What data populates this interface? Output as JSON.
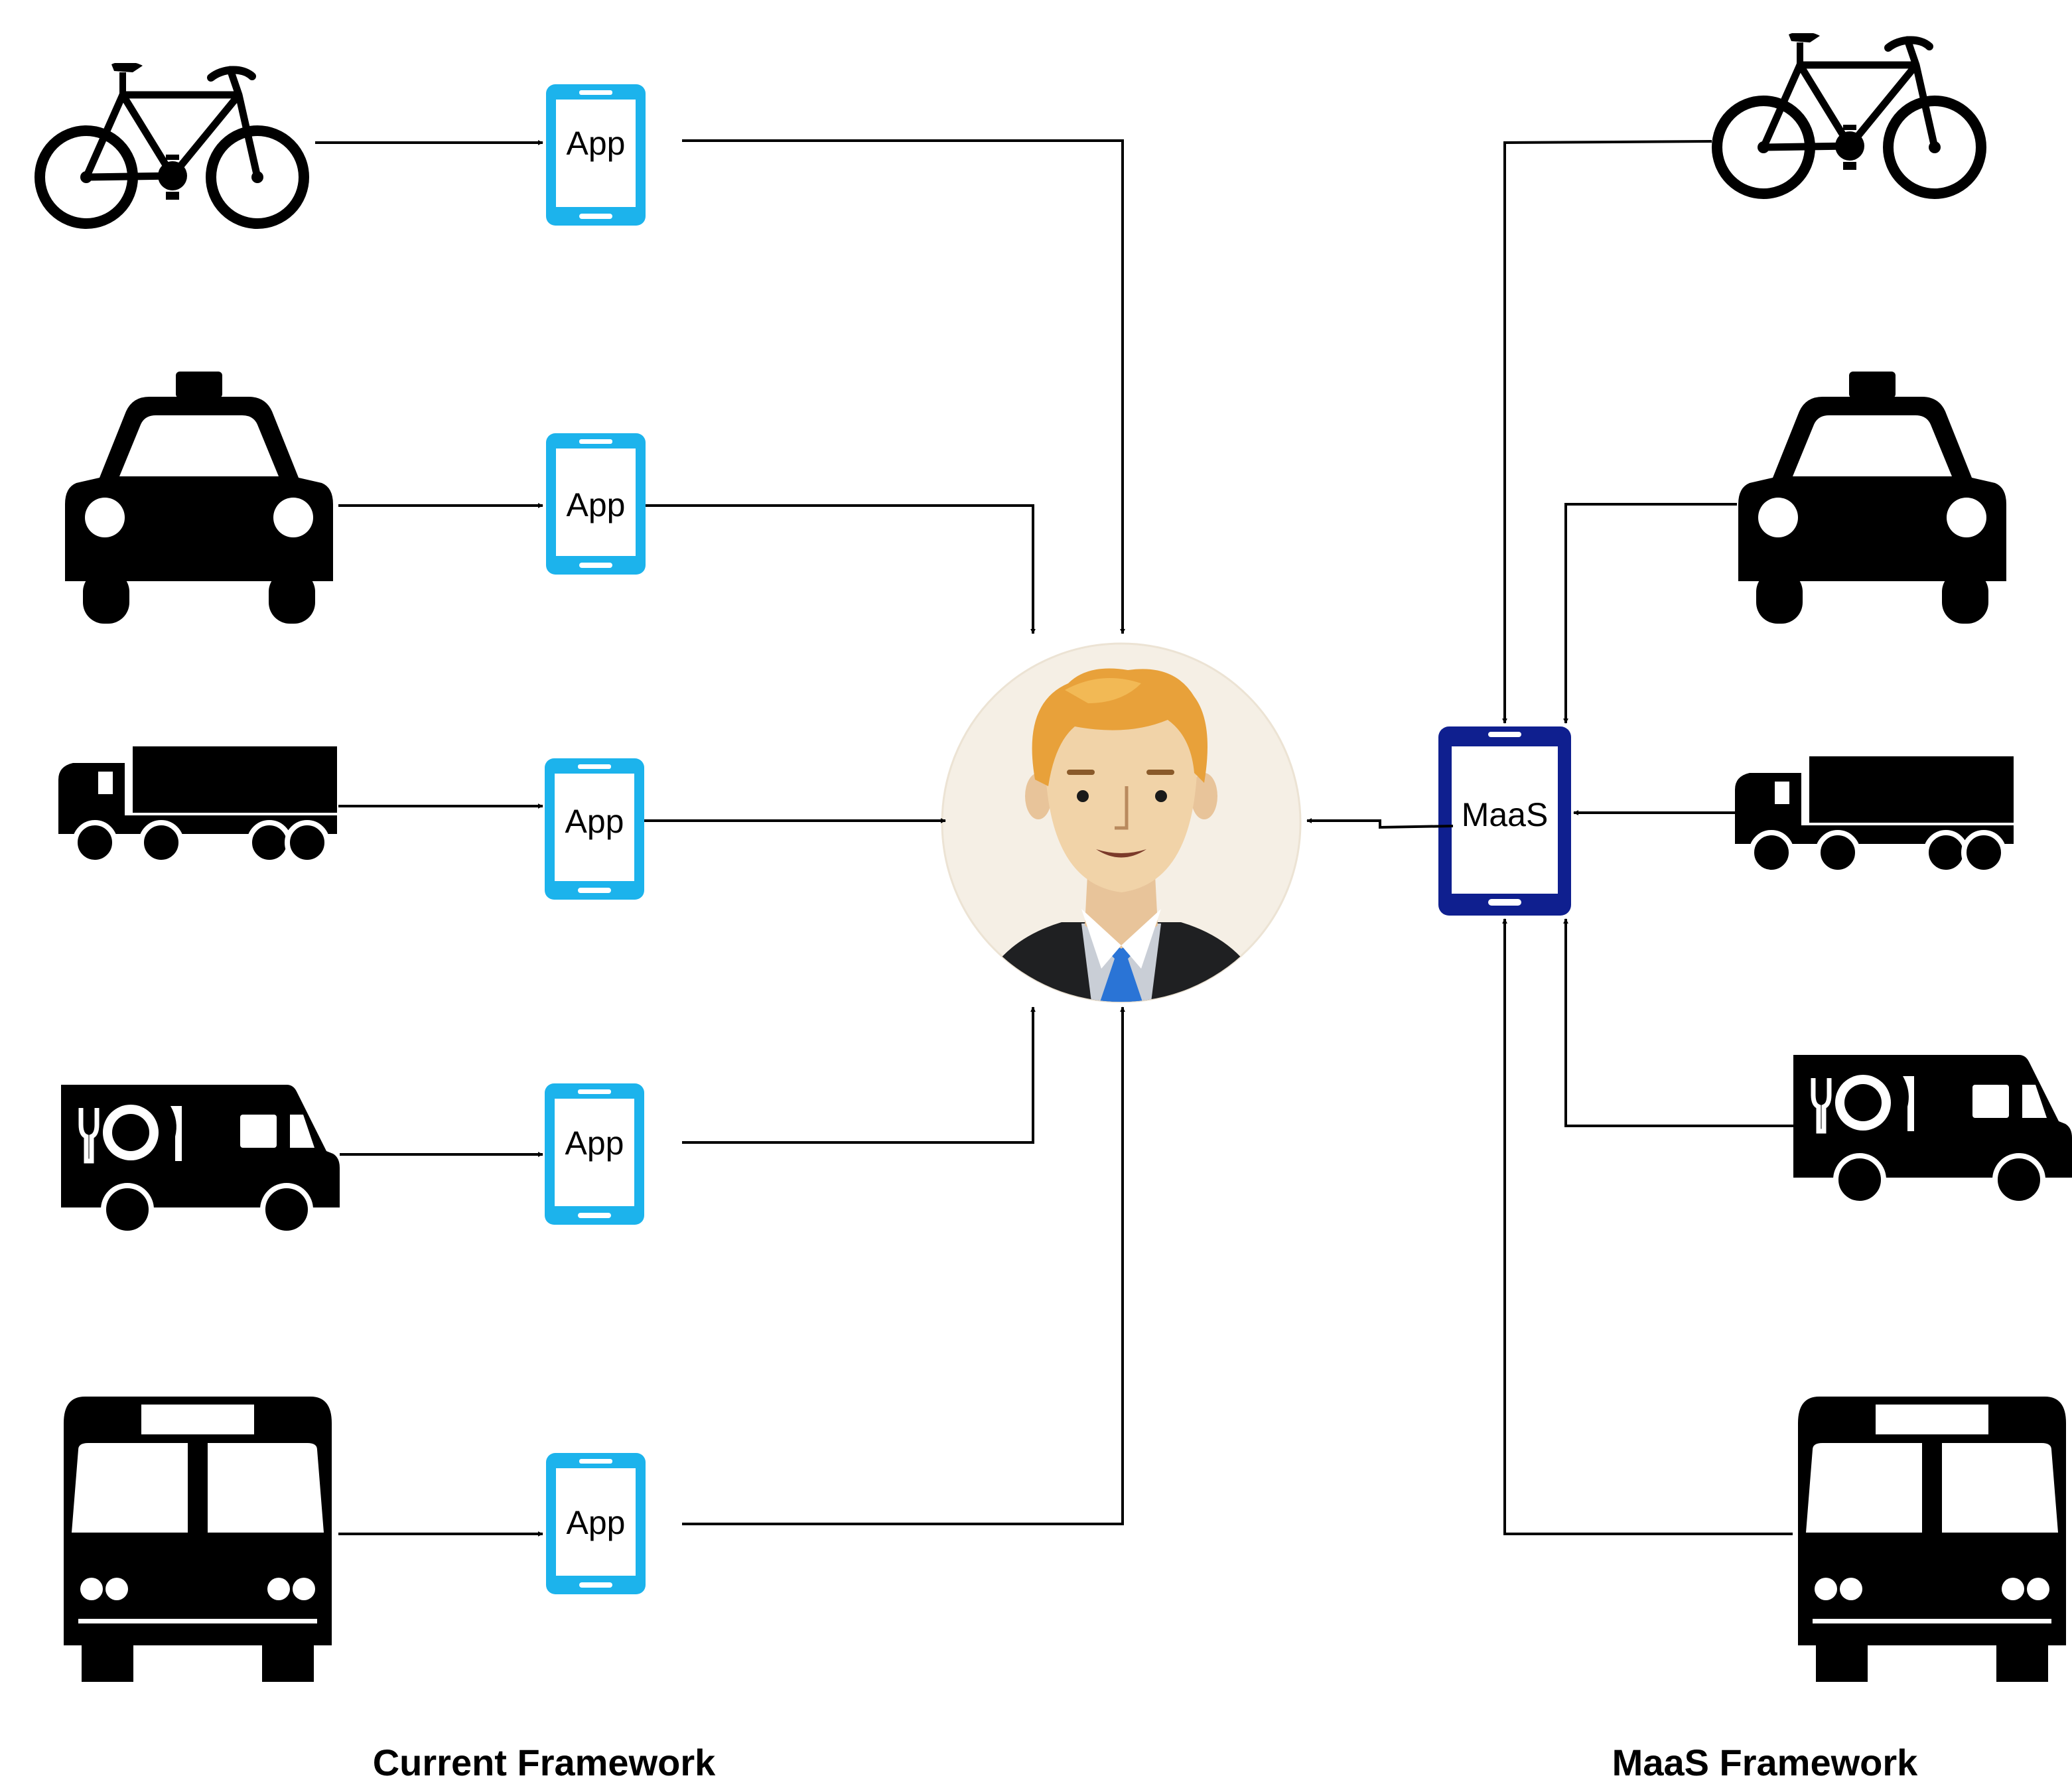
{
  "captions": {
    "current": "Current Framework",
    "maas": "MaaS Framework"
  },
  "apps": [
    {
      "label": "App"
    },
    {
      "label": "App"
    },
    {
      "label": "App"
    },
    {
      "label": "App"
    },
    {
      "label": "App"
    }
  ],
  "maas_hub": {
    "label": "MaaS"
  },
  "colors": {
    "app_phone": "#1cb3ec",
    "maas_phone": "#0f1f8f",
    "edge": "#000000",
    "icon_fill": "#000000",
    "avatar_bg": "#f5efe5"
  },
  "transport_modes": [
    "bicycle-icon",
    "taxi-icon",
    "truck-icon",
    "food-truck-icon",
    "bus-icon"
  ],
  "user_icon": "user-avatar-icon"
}
